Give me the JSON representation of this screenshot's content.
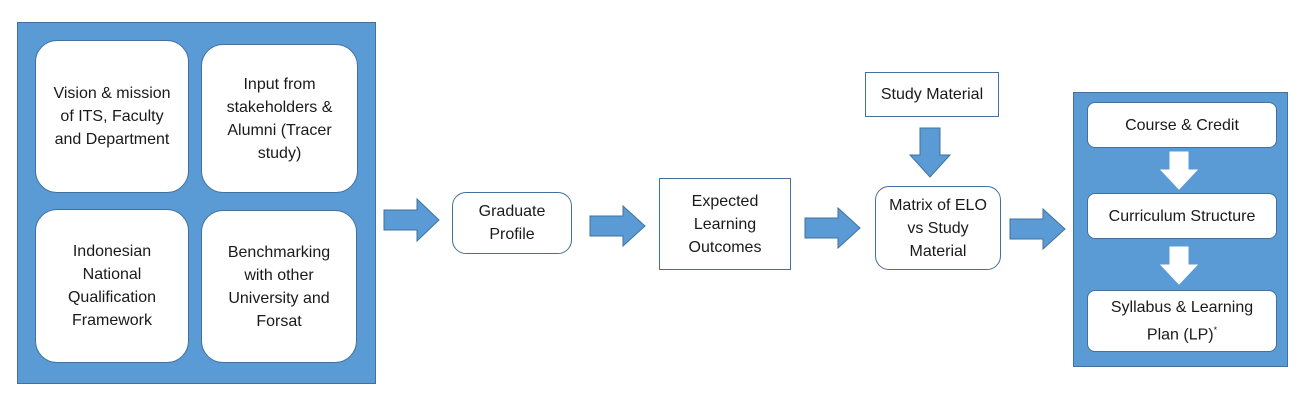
{
  "left_group": {
    "vision": "Vision & mission of ITS, Faculty and Department",
    "stakeholders": "Input from stakeholders & Alumni (Tracer study)",
    "framework": "Indonesian National Qualification Framework",
    "benchmarking": "Benchmarking with other University and Forsat"
  },
  "graduate_profile": "Graduate Profile",
  "expected_outcomes": "Expected Learning Outcomes",
  "study_material": "Study Material",
  "matrix": "Matrix of ELO vs Study Material",
  "right_group": {
    "course_credit": "Course & Credit",
    "curriculum_structure": "Curriculum Structure",
    "syllabus": "Syllabus & Learning Plan (LP)",
    "syllabus_mark": "*"
  },
  "colors": {
    "panel": "#5b9bd5",
    "border": "#41719c",
    "arrow_blue": "#5b9bd5",
    "arrow_white": "#ffffff"
  }
}
